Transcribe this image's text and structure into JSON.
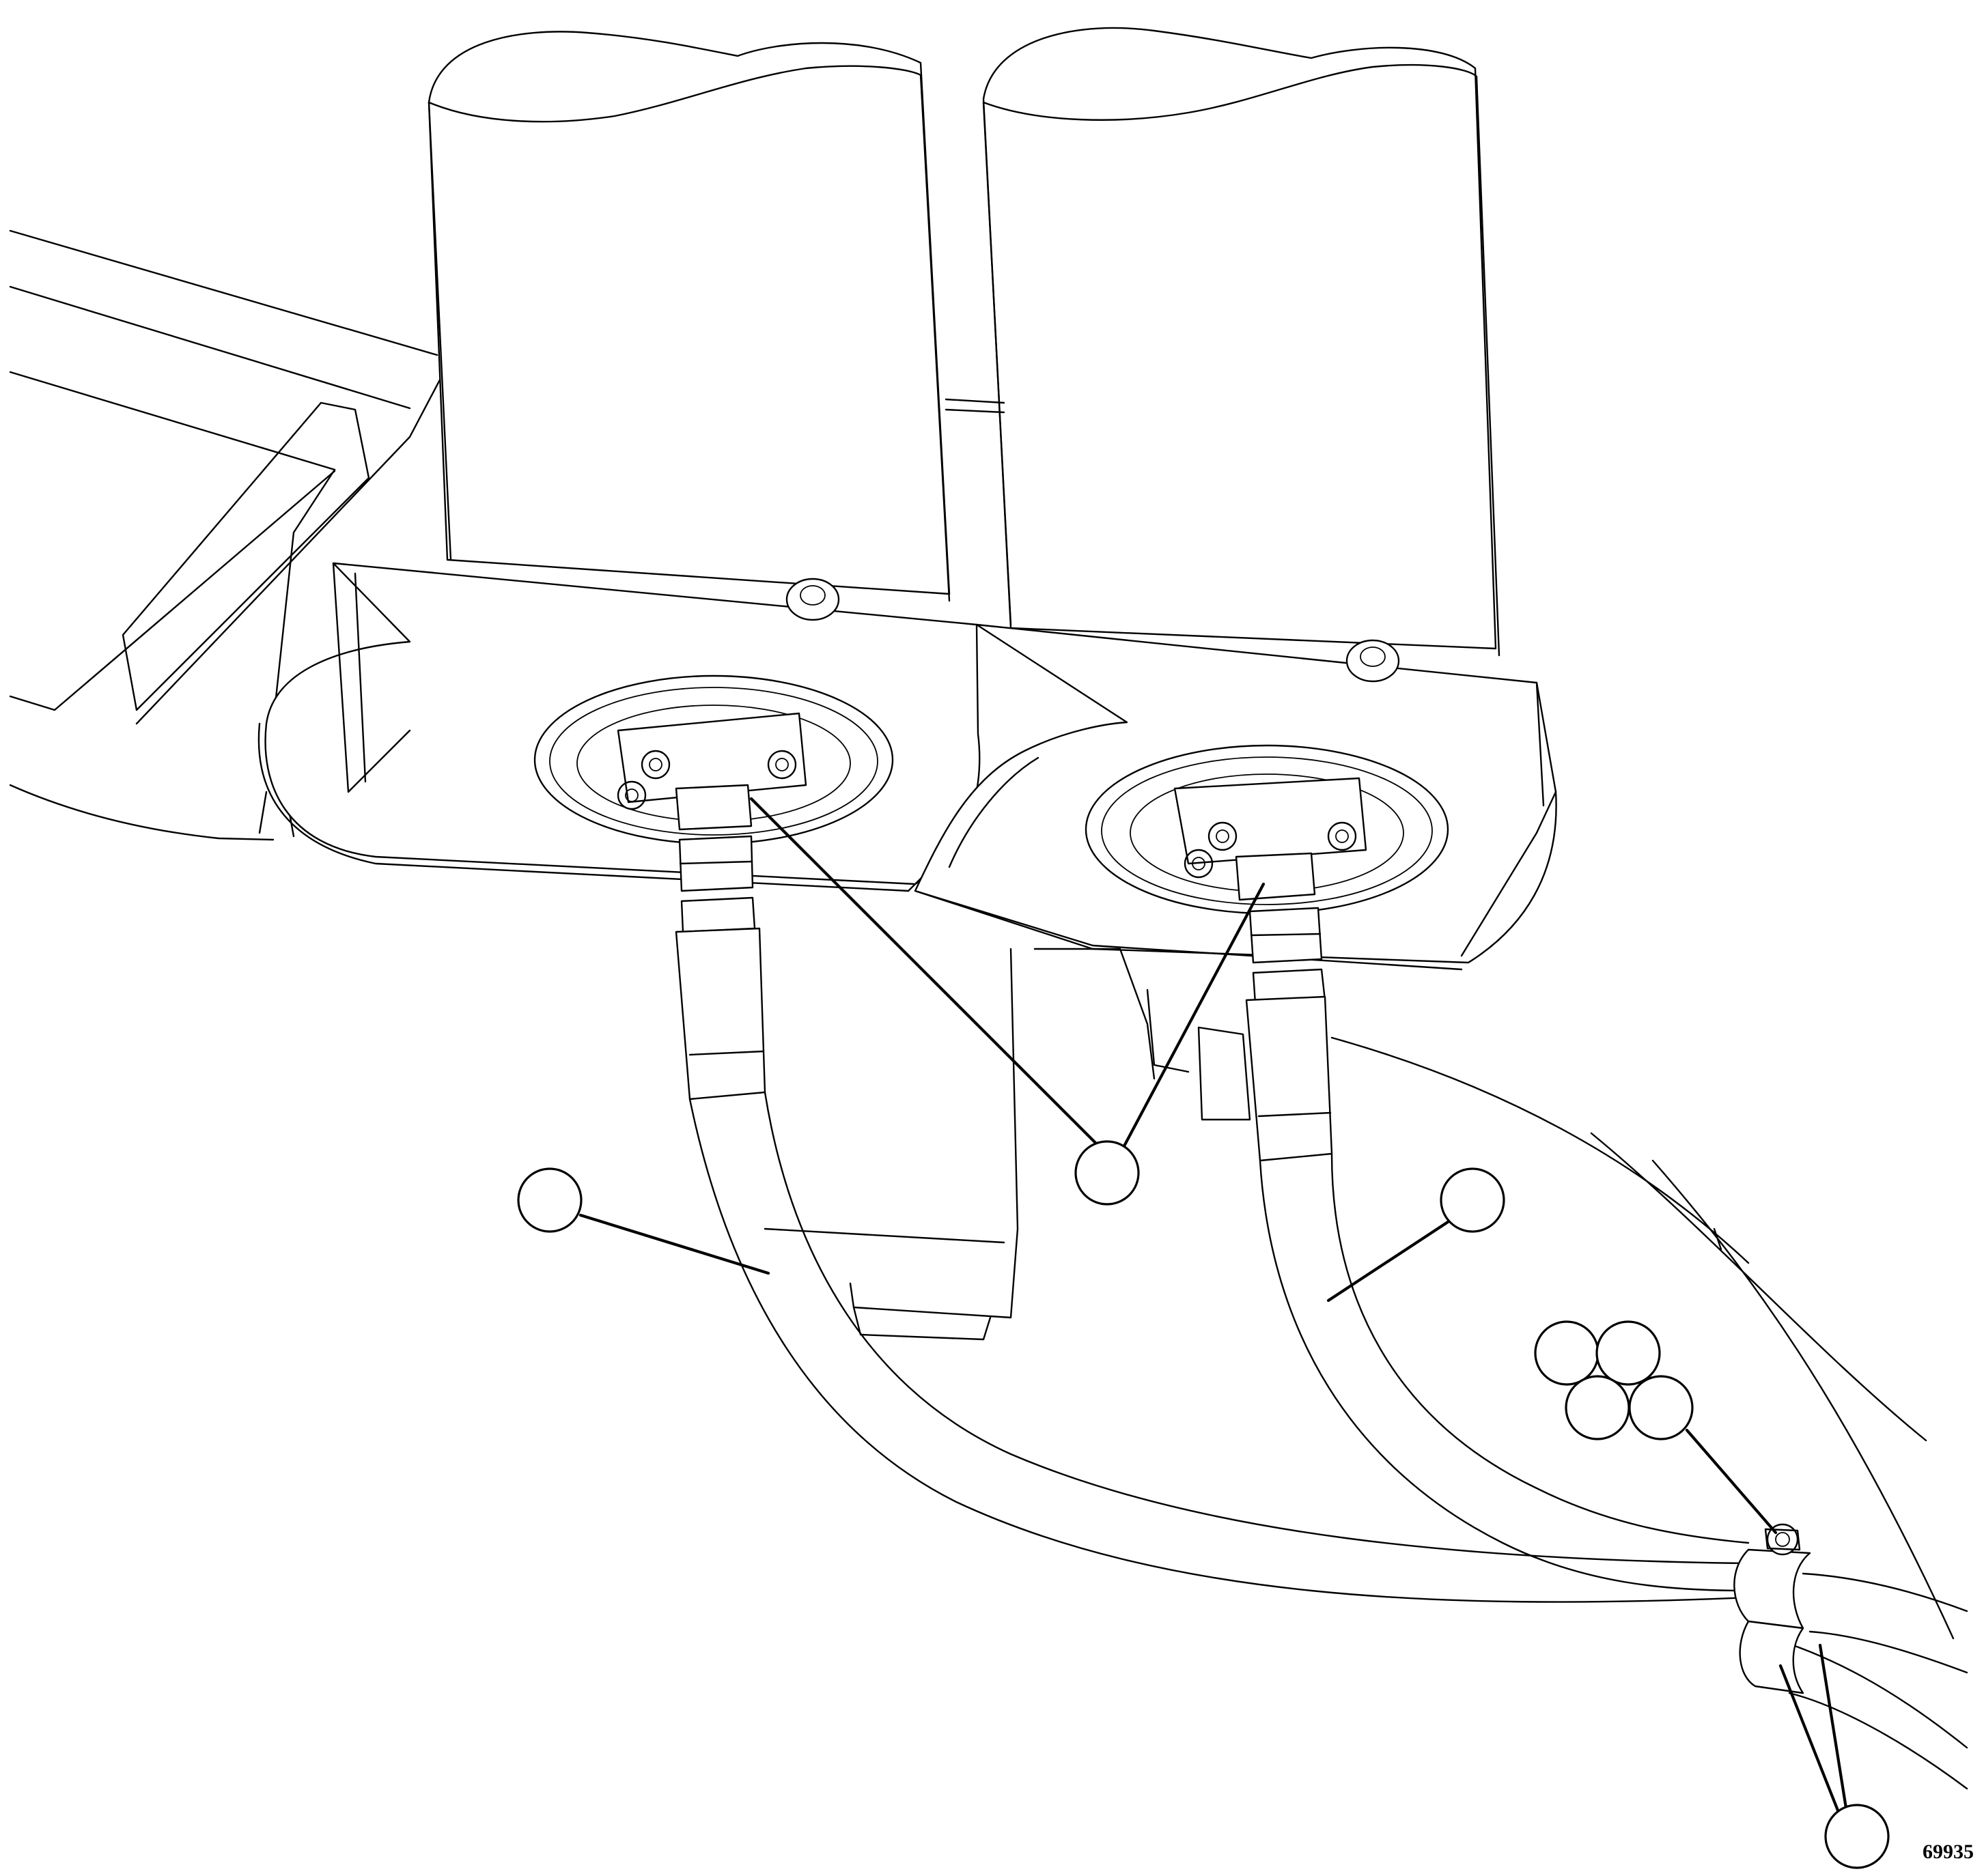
{
  "figure": {
    "figure_number": "69935",
    "colors": {
      "line": "#000000",
      "background": "#ffffff"
    },
    "callouts": [
      {
        "name": "callout-left-hose",
        "label": ""
      },
      {
        "name": "callout-fittings",
        "label": ""
      },
      {
        "name": "callout-right-hose",
        "label": ""
      },
      {
        "name": "callout-cluster-a",
        "label": ""
      },
      {
        "name": "callout-cluster-b",
        "label": ""
      },
      {
        "name": "callout-cluster-c",
        "label": ""
      },
      {
        "name": "callout-cluster-d",
        "label": ""
      },
      {
        "name": "callout-clamps",
        "label": ""
      }
    ]
  }
}
